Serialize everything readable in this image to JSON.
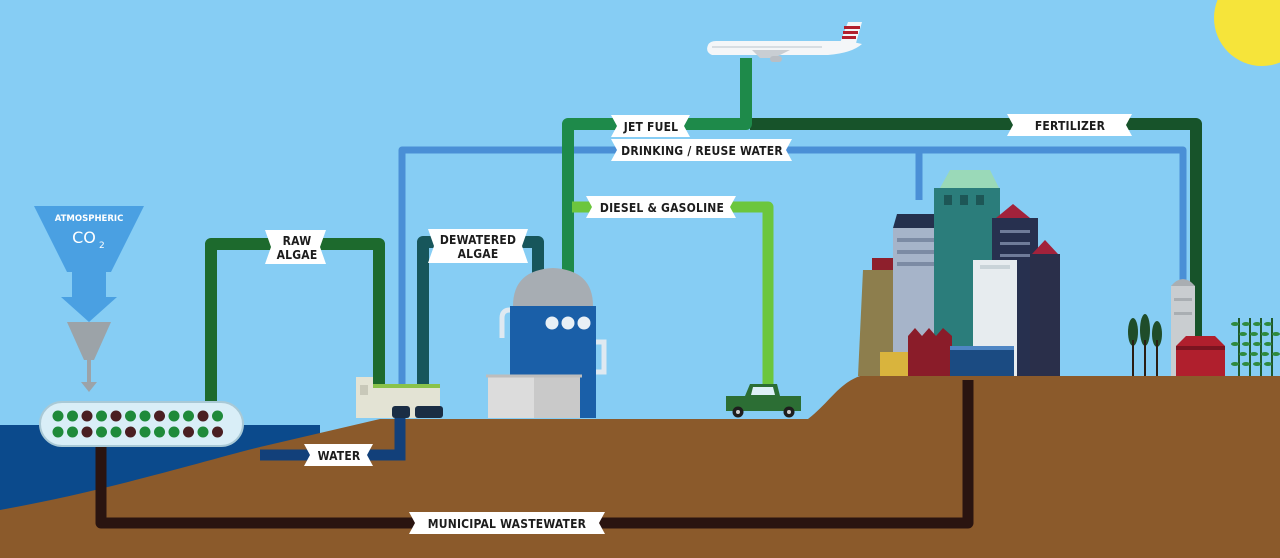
{
  "labels": {
    "atmospheric": "ATMOSPHERIC",
    "co2_main": "CO",
    "co2_sub": "2",
    "raw_algae_1": "RAW",
    "raw_algae_2": "ALGAE",
    "dewatered_1": "DEWATERED",
    "dewatered_2": "ALGAE",
    "jet_fuel": "JET FUEL",
    "drinking_water": "DRINKING / REUSE WATER",
    "diesel": "DIESEL & GASOLINE",
    "fertilizer": "FERTILIZER",
    "water": "WATER",
    "wastewater": "MUNICIPAL WASTEWATER"
  },
  "colors": {
    "sky": "#86cdf4",
    "sea": "#0b4a8c",
    "ground": "#8b5a2b",
    "dark_green_pipe": "#1d6a2d",
    "teal_green_pipe": "#1e8a4a",
    "light_green_pipe": "#6cc63d",
    "blue_pipe": "#4a8fd6",
    "teal_pipe": "#17565b",
    "wastewater_pipe": "#2a1410",
    "sun": "#f6e43a"
  }
}
